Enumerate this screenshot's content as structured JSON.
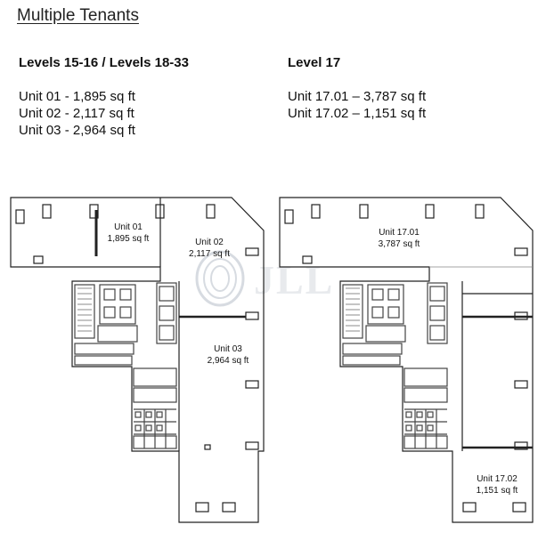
{
  "page_title": "Multiple Tenants",
  "left": {
    "heading": "Levels 15-16 / Levels 18-33",
    "units": [
      "Unit 01 - 1,895 sq ft",
      "Unit 02 - 2,117 sq ft",
      "Unit 03 - 2,964 sq ft"
    ],
    "plan_labels": {
      "unit01_name": "Unit 01",
      "unit01_area": "1,895 sq ft",
      "unit02_name": "Unit 02",
      "unit02_area": "2,117 sq ft",
      "unit03_name": "Unit 03",
      "unit03_area": "2,964 sq ft"
    }
  },
  "right": {
    "heading": "Level 17",
    "units": [
      "Unit 17.01 – 3,787 sq ft",
      "Unit 17.02 – 1,151 sq ft"
    ],
    "plan_labels": {
      "unit1701_name": "Unit 17.01",
      "unit1701_area": "3,787 sq ft",
      "unit1702_name": "Unit 17.02",
      "unit1702_area": "1,151 sq ft"
    }
  },
  "watermark": "JLL",
  "colors": {
    "wall": "#222222",
    "core": "#444444",
    "watermark": "#cfd4da"
  }
}
